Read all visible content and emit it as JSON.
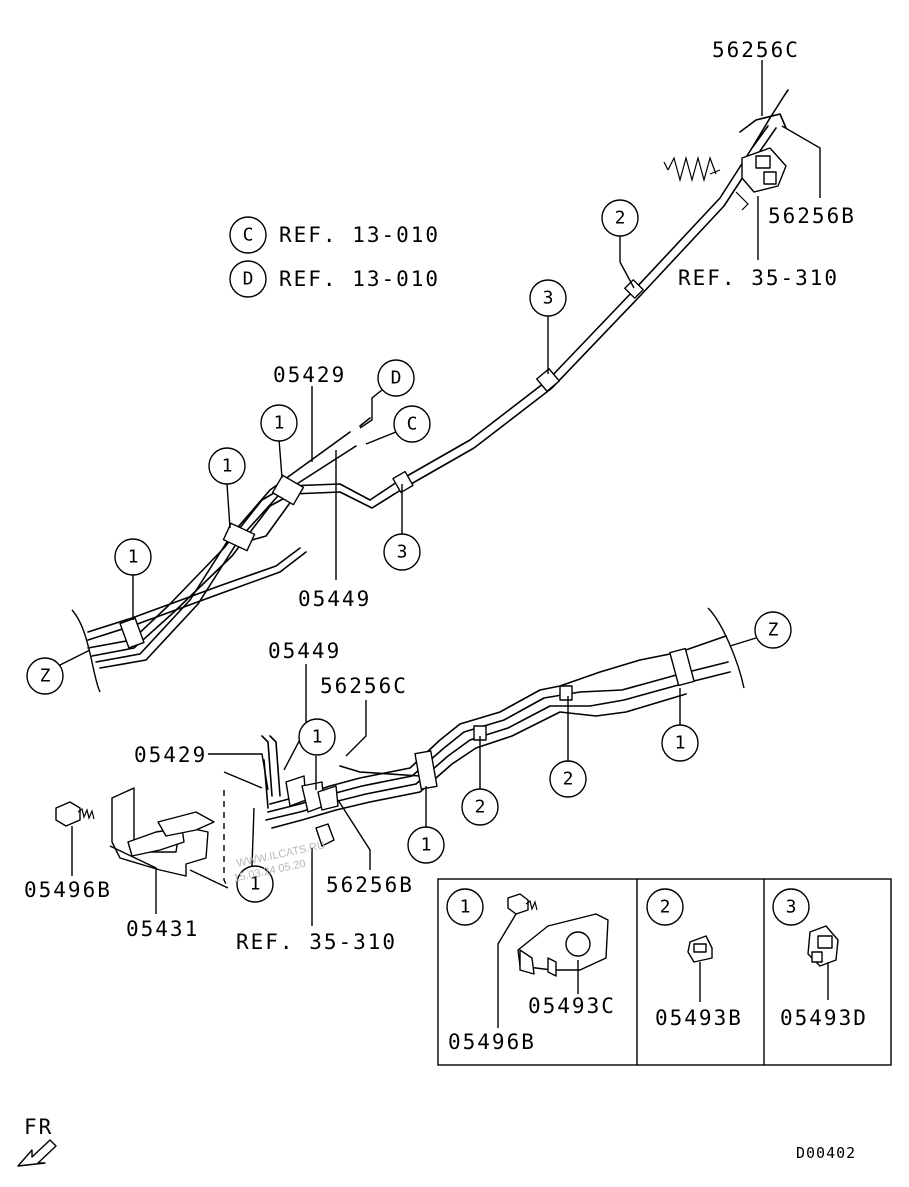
{
  "callouts": {
    "part_56256C_top": "56256C",
    "part_56256B_top": "56256B",
    "ref_35_310_top": "REF. 35-310",
    "ref_c_text": "REF. 13-010",
    "ref_d_text": "REF. 13-010",
    "part_05429_top": "05429",
    "part_05449_top": "05449",
    "part_05449_bottom": "05449",
    "part_56256C_bottom": "56256C",
    "part_05429_bottom": "05429",
    "part_05496B_left": "05496B",
    "part_05431": "05431",
    "ref_35_310_bottom": "REF. 35-310",
    "part_56256B_bottom": "56256B"
  },
  "circle_markers": {
    "one": "1",
    "two": "2",
    "three": "3",
    "c": "C",
    "d": "D",
    "z": "Z"
  },
  "legend": {
    "box1": {
      "number": "1",
      "parts": [
        "05493C",
        "05496B"
      ]
    },
    "box2": {
      "number": "2",
      "parts": [
        "05493B"
      ]
    },
    "box3": {
      "number": "3",
      "parts": [
        "05493D"
      ]
    }
  },
  "footer": {
    "direction_label": "FR",
    "diagram_code": "D00402"
  },
  "watermark": {
    "site": "WWW.ILCATS.RU",
    "stamp": "15.03.24 05.20"
  }
}
